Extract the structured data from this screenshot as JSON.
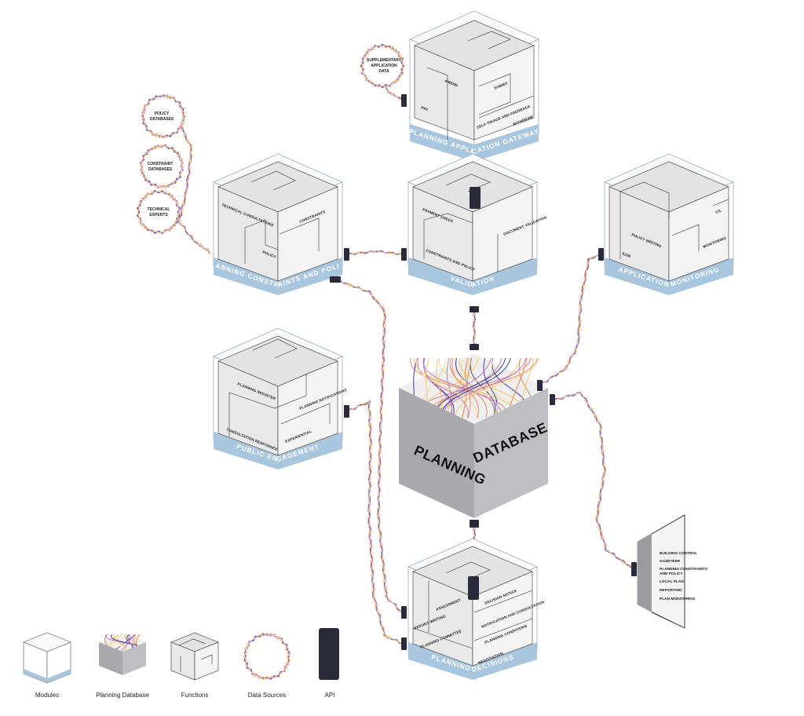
{
  "modules": {
    "gateway": {
      "band": "PLANNING APPLICATION GATEWAY",
      "functions": [
        "AMEND",
        "SUBMIT",
        "PAY",
        "SELF-TRIAGE AND FEEDBACK",
        "WITHDRAW"
      ]
    },
    "constraints": {
      "band": "PLANNING CONSTRAINTS AND POLICY",
      "functions": [
        "TECHNICAL CONSULTATIONS",
        "CONSTRAINTS",
        "POLICY"
      ]
    },
    "validation": {
      "band": "VALIDATION",
      "functions": [
        "PAYMENT CHECK",
        "CONSTRAINTS AND POLICY",
        "DOCUMENT VALIDATION"
      ]
    },
    "monitoring": {
      "band": "APPLICATION MONITORING",
      "functions": [
        "CIL",
        "POLICY WRITING",
        "S106",
        "MONITORING"
      ]
    },
    "engagement": {
      "band": "PUBLIC ENGAGEMENT",
      "functions": [
        "PLANNING REGISTER",
        "PLANNING NOTIFICATIONS",
        "CONSULTATION RESPONSES",
        "EXPERIENTIAL"
      ]
    },
    "decisions": {
      "band": "PLANNING DECISIONS",
      "functions": [
        "DECISION NOTICE",
        "ASSESSMENT",
        "NOTIFICATION AND CONSULTATION",
        "REPORT WRITING",
        "PLANNING CONDITIONS",
        "PLANNING COMMITTEE",
        "NEGOTIATION"
      ]
    }
  },
  "database": {
    "word1": "PLANNING",
    "word2": "DATABASE"
  },
  "data_sources": [
    {
      "lines": [
        "SUPPLEMENTARY",
        "APPLICATION",
        "DATA"
      ]
    },
    {
      "lines": [
        "POLICY",
        "DATABASES"
      ]
    },
    {
      "lines": [
        "CONSTRAINT",
        "DATABASES"
      ]
    },
    {
      "lines": [
        "TECHNICAL",
        "EXPERTS"
      ]
    }
  ],
  "external_systems": [
    "BUILDING CONTROL",
    "GAZETEER",
    "PLANNING CONSTRAINTS",
    "AND POLICY",
    "LOCAL PLAN",
    "REPORTING",
    "PLAN MONITORING"
  ],
  "legend": {
    "modules": "Modules",
    "database": "Planning Database",
    "functions": "Functions",
    "data_sources": "Data Sources",
    "api": "API"
  },
  "colors": {
    "band": "#a9c6df",
    "cube_top": "#e3e3e3",
    "cube_wall": "#f3f3f3",
    "db_front": "#a8a8ad",
    "db_side": "#bfbfc3",
    "api": "#2b2a3a",
    "wire_colors": [
      "#f2c46a",
      "#e58a5f",
      "#3b3fa3",
      "#c77bbf",
      "#f6d9a0"
    ]
  }
}
